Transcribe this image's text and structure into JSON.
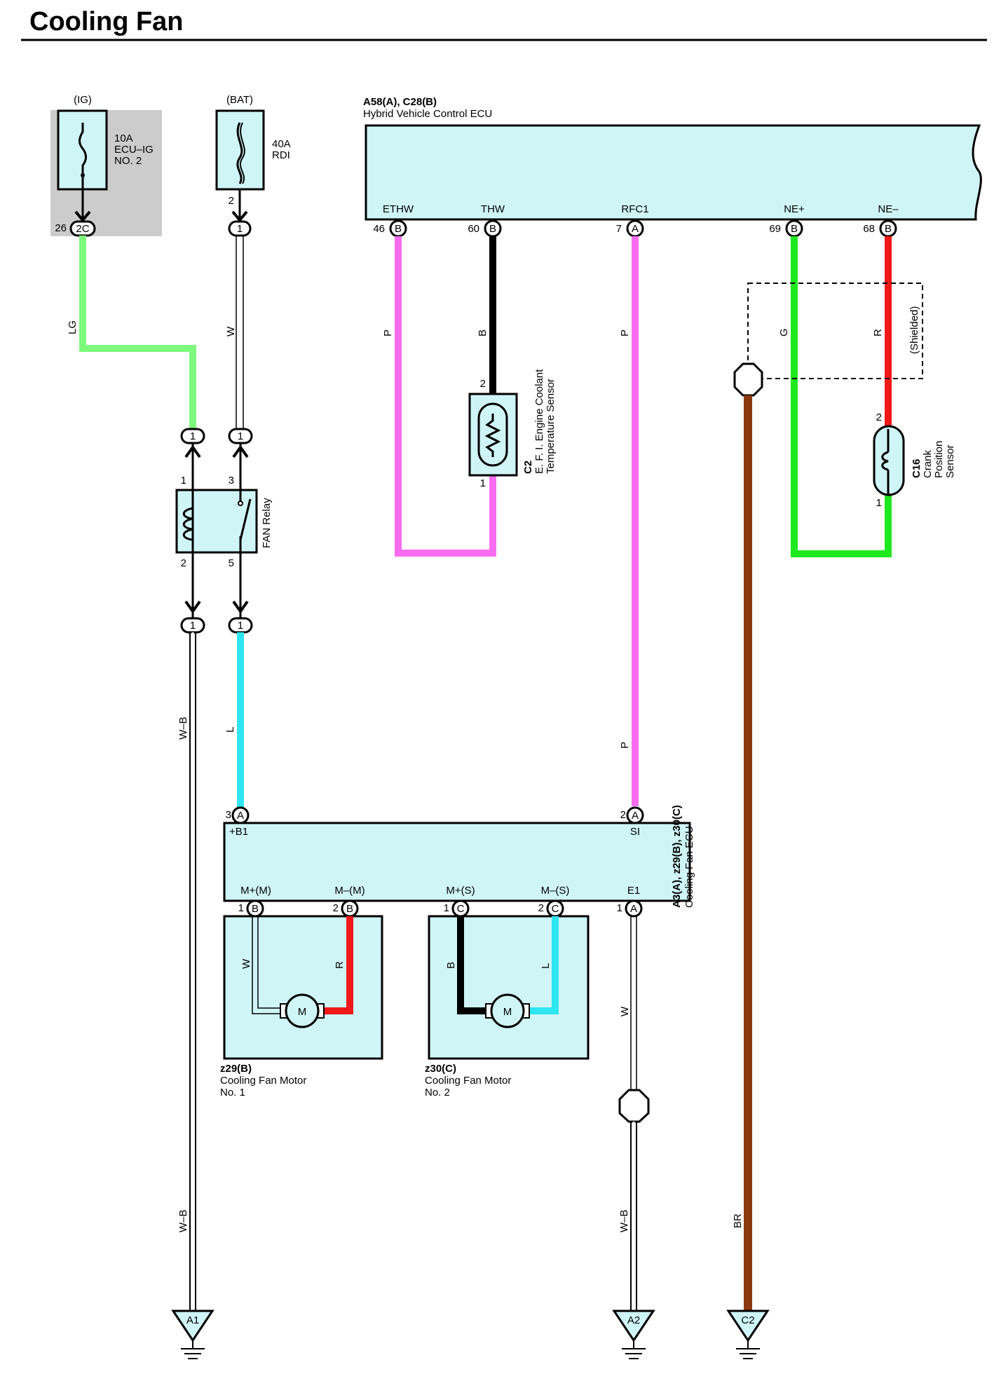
{
  "title": "Cooling Fan",
  "fuses": [
    {
      "source": "(IG)",
      "rating": "10A",
      "name_line1": "ECU–IG",
      "name_line2": "NO. 2",
      "pin": "26",
      "connector": "2C"
    },
    {
      "source": "(BAT)",
      "rating": "40A",
      "name_line1": "RDI",
      "pin": "2",
      "connector": "1"
    }
  ],
  "hv_ecu": {
    "code": "A58(A), C28(B)",
    "name": "Hybrid Vehicle Control ECU",
    "terminals": [
      {
        "label": "ETHW",
        "pin": "46",
        "conn": "B",
        "wire": "P"
      },
      {
        "label": "THW",
        "pin": "60",
        "conn": "B",
        "wire": "B"
      },
      {
        "label": "RFC1",
        "pin": "7",
        "conn": "A",
        "wire": "P"
      },
      {
        "label": "NE+",
        "pin": "69",
        "conn": "B",
        "wire": "G"
      },
      {
        "label": "NE–",
        "pin": "68",
        "conn": "B",
        "wire": "R"
      }
    ]
  },
  "coolant_sensor": {
    "code": "C2",
    "line1": "E. F. I. Engine Coolant",
    "line2": "Temperature Sensor",
    "pin_top": "2",
    "pin_bottom": "1"
  },
  "crank_sensor": {
    "code": "C16",
    "line1": "Crank",
    "line2": "Position",
    "line3": "Sensor",
    "pin_top": "2",
    "pin_bottom": "1"
  },
  "shielded_label": "(Shielded)",
  "fan_relay": {
    "name": "FAN Relay",
    "pin1": "1",
    "pin2": "2",
    "pin3": "3",
    "pin5": "5"
  },
  "junction_pins": {
    "j1": "1",
    "j2": "1",
    "j3": "1",
    "j4": "1",
    "j5": "1"
  },
  "fan_ecu": {
    "code": "A3(A), z29(B), z30(C)",
    "name": "Cooling Fan ECU",
    "b1": {
      "label": "+B1",
      "pin": "3",
      "conn": "A"
    },
    "si": {
      "label": "SI",
      "pin": "2",
      "conn": "A"
    },
    "bottom_terminals": [
      {
        "label": "M+(M)",
        "pin": "1",
        "conn": "B"
      },
      {
        "label": "M–(M)",
        "pin": "2",
        "conn": "B"
      },
      {
        "label": "M+(S)",
        "pin": "1",
        "conn": "C"
      },
      {
        "label": "M–(S)",
        "pin": "2",
        "conn": "C"
      },
      {
        "label": "E1",
        "pin": "1",
        "conn": "A"
      }
    ]
  },
  "motor1": {
    "code": "z29(B)",
    "line1": "Cooling Fan Motor",
    "line2": "No.  1",
    "wire_left": "W",
    "wire_right": "R",
    "symbol": "M"
  },
  "motor2": {
    "code": "z30(C)",
    "line1": "Cooling Fan Motor",
    "line2": "No.  2",
    "wire_left": "B",
    "wire_right": "L",
    "symbol": "M"
  },
  "wire_labels": {
    "lg": "LG",
    "w_top": "W",
    "wb_upper": "W–B",
    "l": "L",
    "p_lower": "P",
    "wb_lower": "W–B",
    "w_e1": "W",
    "wb_e1": "W–B",
    "br": "BR"
  },
  "grounds": [
    "A1",
    "A2",
    "C2"
  ],
  "colors": {
    "light_green": "#7dfa7d",
    "green": "#1ee81e",
    "pink": "#f86cf0",
    "red": "#f01818",
    "brown": "#8c3a10",
    "cyan": "#2ee6f0",
    "box_fill": "#cff5f7",
    "fuse_shade": "#cccccc"
  }
}
